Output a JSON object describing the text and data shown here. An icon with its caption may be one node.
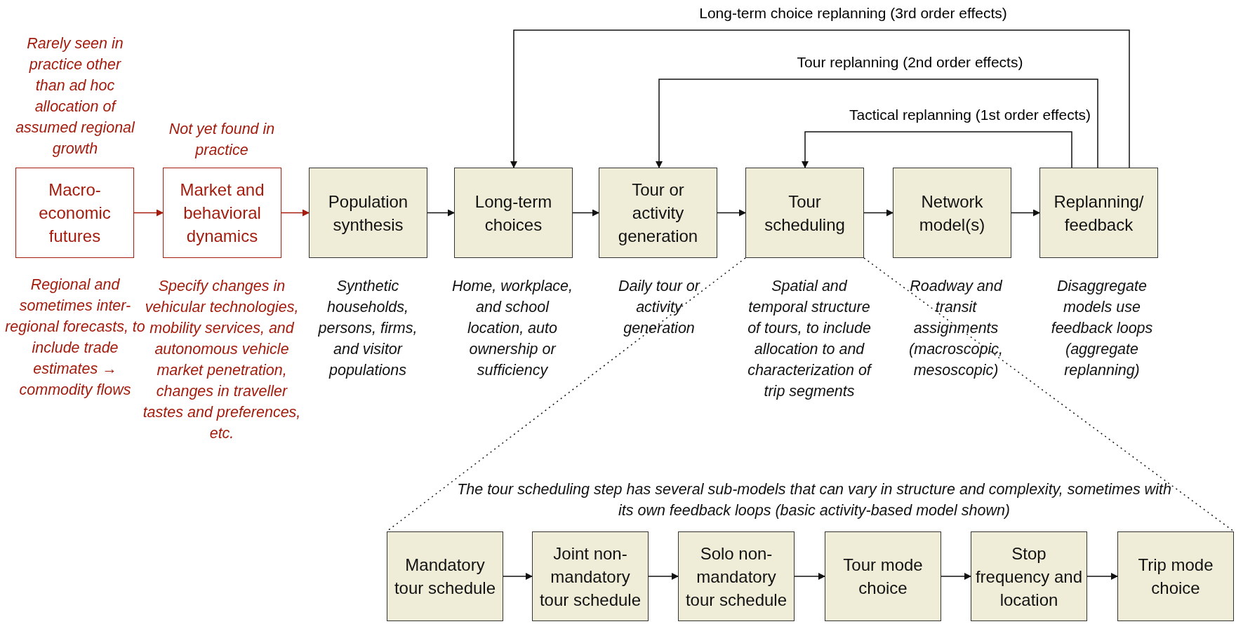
{
  "diagram": {
    "nodes": [
      {
        "text": [
          "Macro-economic futures"
        ],
        "beside": [
          "Rarely seen in practice other than ad hoc allocation of assumed regional growth",
          "Regional and sometimes inter-regional forecasts, to include trade estimates → commodity flows"
        ]
      },
      {
        "text": [
          "Market and behavioral dynamics"
        ],
        "beside": [
          "Not yet found in practice",
          "Specify changes in vehicular technologies, mobility services, and autonomous vehicle market penetration, changes in traveller tastes and preferences, etc."
        ]
      },
      {
        "text": [
          "Population synthesis"
        ],
        "beside": [
          "Synthetic households, persons, firms, and visitor populations"
        ]
      },
      {
        "text": [
          "Long-term choices"
        ],
        "beside": [
          "Home, workplace, and school location, auto ownership or sufficiency"
        ]
      },
      {
        "text": [
          "Tour or activity generation"
        ],
        "beside": [
          "Daily tour or activity generation"
        ]
      },
      {
        "text": [
          "Tour scheduling"
        ],
        "beside": [
          "Spatial and temporal structure of tours, to include allocation to and characterization of trip segments"
        ]
      },
      {
        "text": [
          "Network model(s)"
        ],
        "beside": [
          "Roadway and transit assignments (macroscopic, mesoscopic)"
        ]
      },
      {
        "text": [
          "Replanning/ feedback"
        ],
        "beside": [
          "Disaggregate models use feedback loops (aggregate replanning)"
        ]
      },
      {
        "text": [
          "Mandatory tour schedule"
        ]
      },
      {
        "text": [
          "Joint non-mandatory tour schedule"
        ]
      },
      {
        "text": [
          "Solo non-mandatory tour schedule"
        ]
      },
      {
        "text": [
          "Tour mode choice"
        ]
      },
      {
        "text": [
          "Stop frequency and location"
        ]
      },
      {
        "text": [
          "Trip mode choice"
        ]
      }
    ],
    "edges": [
      {
        "from": 0,
        "to": 1,
        "arrow": "to",
        "color": "#a31c0e"
      },
      {
        "from": 1,
        "to": 2,
        "arrow": "to",
        "color": "#a31c0e"
      },
      {
        "from": 2,
        "to": 3,
        "arrow": "to"
      },
      {
        "from": 3,
        "to": 4,
        "arrow": "to"
      },
      {
        "from": 4,
        "to": 5,
        "arrow": "to"
      },
      {
        "from": 5,
        "to": 6,
        "arrow": "to"
      },
      {
        "from": 6,
        "to": 7,
        "arrow": "to"
      },
      {
        "from": 7,
        "to": 3,
        "arrow": "to",
        "label": "Long-term choice replanning (3rd order effects)"
      },
      {
        "from": 7,
        "to": 4,
        "arrow": "to",
        "label": "Tour replanning (2nd order effects)"
      },
      {
        "from": 7,
        "to": 5,
        "arrow": "to",
        "label": "Tactical replanning (1st order effects)"
      },
      {
        "from": 5,
        "to": 8,
        "arrow": "none",
        "style": "dashed"
      },
      {
        "from": 5,
        "to": 13,
        "arrow": "none",
        "style": "dashed"
      },
      {
        "from": 8,
        "to": 9,
        "arrow": "to"
      },
      {
        "from": 9,
        "to": 10,
        "arrow": "to"
      },
      {
        "from": 10,
        "to": 11,
        "arrow": "to"
      },
      {
        "from": 11,
        "to": 12,
        "arrow": "to"
      },
      {
        "from": 12,
        "to": 13,
        "arrow": "to"
      }
    ],
    "labels": [
      "The tour scheduling step has several sub-models that can vary in structure and complexity, sometimes with its own feedback loops (basic activity-based model shown)"
    ]
  }
}
